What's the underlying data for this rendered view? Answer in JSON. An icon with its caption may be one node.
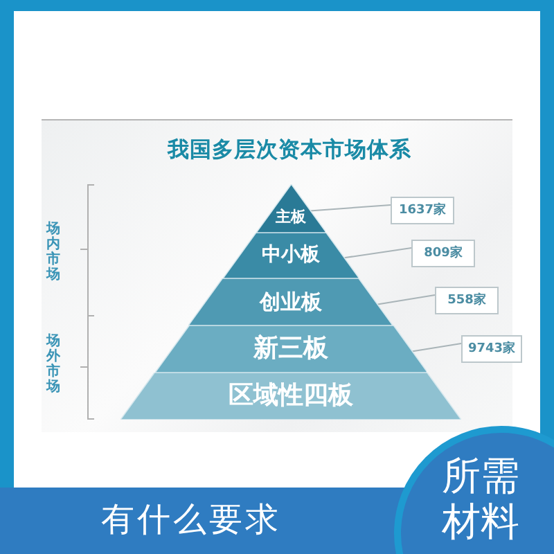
{
  "diagram": {
    "title": "我国多层次资本市场体系",
    "nodes": [
      {
        "text": [
          "主板"
        ]
      },
      {
        "text": [
          "1637家"
        ]
      },
      {
        "text": [
          "中小板"
        ]
      },
      {
        "text": [
          "809家"
        ]
      },
      {
        "text": [
          "创业板"
        ]
      },
      {
        "text": [
          "558家"
        ]
      },
      {
        "text": [
          "新三板"
        ]
      },
      {
        "text": [
          "9743家"
        ]
      },
      {
        "text": [
          "区域性四板"
        ]
      },
      {
        "text": [
          "有什么要求"
        ]
      },
      {
        "text": [
          "所需材料"
        ]
      }
    ],
    "edges": [
      {
        "from": 1,
        "to": 0,
        "arrow": "none"
      },
      {
        "from": 3,
        "to": 2,
        "arrow": "none"
      },
      {
        "from": 5,
        "to": 4,
        "arrow": "none"
      },
      {
        "from": 7,
        "to": 6,
        "arrow": "none"
      }
    ],
    "labels": [
      "场内市场",
      "场外市场"
    ]
  }
}
